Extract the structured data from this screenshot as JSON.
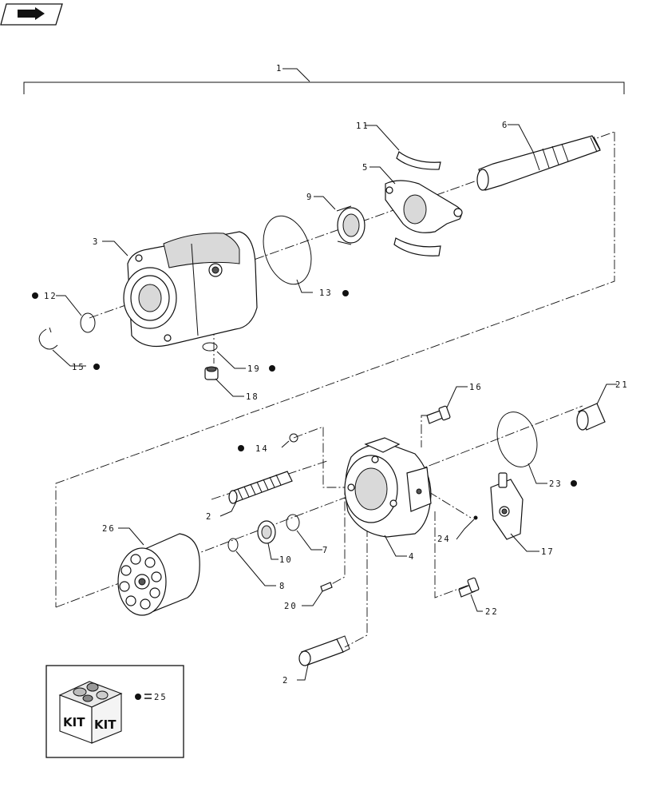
{
  "header": {
    "nav_icon": "next-page-arrow-icon"
  },
  "assembly_label": "1",
  "callouts": {
    "c2a": "2",
    "c2b": "2",
    "c3": "3",
    "c4": "4",
    "c5": "5",
    "c6": "6",
    "c7": "7",
    "c8": "8",
    "c9": "9",
    "c10": "10",
    "c11": "11",
    "c12": "12",
    "c13": "13",
    "c14": "14",
    "c15": "15",
    "c16": "16",
    "c17": "17",
    "c18": "18",
    "c19": "19",
    "c20": "20",
    "c21": "21",
    "c22": "22",
    "c23": "23",
    "c24": "24",
    "c26": "26"
  },
  "kit_box": {
    "left_text": "KIT",
    "right_text": "KIT",
    "legend_value": "25",
    "legend_icon": "bullet-dot-icon"
  }
}
